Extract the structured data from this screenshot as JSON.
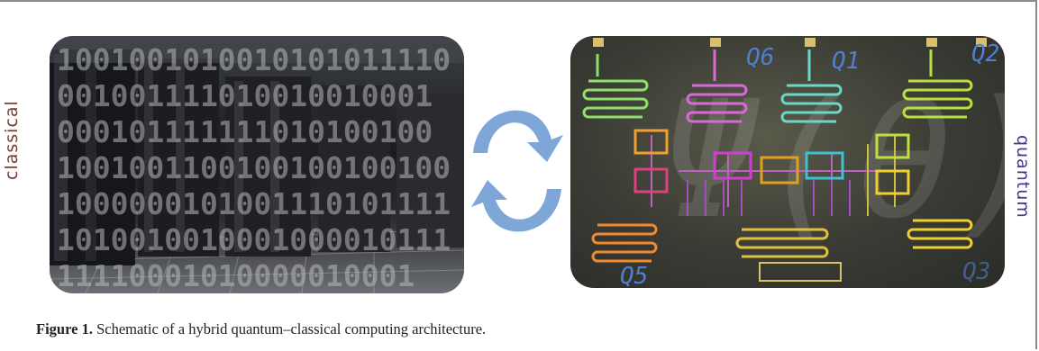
{
  "side_labels": {
    "left": "classical",
    "right": "quantum"
  },
  "qubit_labels": [
    "Q6",
    "Q1",
    "Q2",
    "Q5",
    "Q3"
  ],
  "binary_rows": [
    "1001001010010101011110",
    "001001111010010010001",
    "000101111111010100100",
    "1001001100100100100100",
    "1000000101001110101111",
    "1010010010001000010111",
    "11110001010000010001"
  ],
  "psi_overlay": "Ψ(θ)",
  "caption": {
    "label": "Figure 1.",
    "text": "Schematic of a hybrid quantum–classical computing architecture."
  },
  "colors": {
    "arrow": "#7ea7d8",
    "classical_label": "#7a3b33",
    "quantum_label": "#3f3a8e",
    "qubit_label": "#4f7fd0"
  }
}
